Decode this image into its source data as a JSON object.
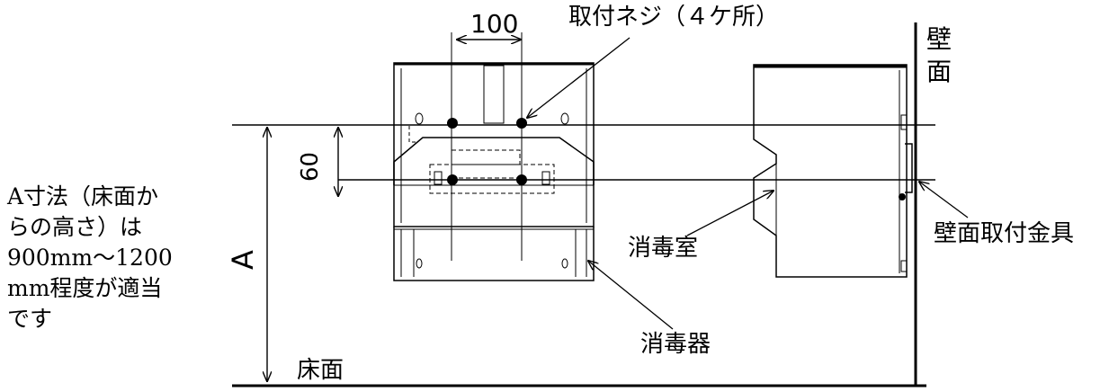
{
  "labels": {
    "width_dim": "100",
    "screws": "取付ネジ（４ケ所）",
    "wall": [
      "壁",
      "面"
    ],
    "spacing_dim": "60",
    "height_dim": "A",
    "floor": "床面",
    "bracket": "壁面取付金具",
    "chamber": "消毒室",
    "device": "消毒器"
  },
  "note": [
    "A寸法（床面か",
    "らの高さ）は",
    "900mm～1200",
    "mm程度が適当",
    "です"
  ]
}
